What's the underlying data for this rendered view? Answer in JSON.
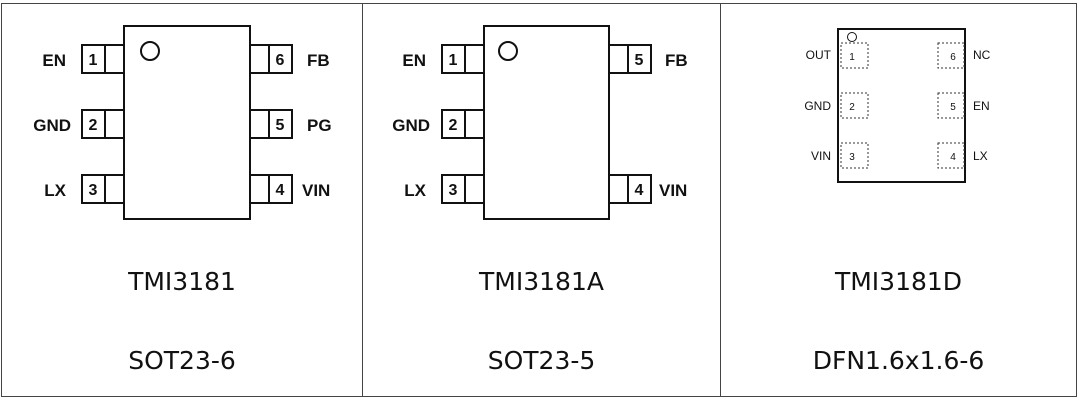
{
  "packages": [
    {
      "part": "TMI3181",
      "package": "SOT23-6",
      "pins": [
        {
          "num": "1",
          "name": "EN"
        },
        {
          "num": "2",
          "name": "GND"
        },
        {
          "num": "3",
          "name": "LX"
        },
        {
          "num": "4",
          "name": "VIN"
        },
        {
          "num": "5",
          "name": "PG"
        },
        {
          "num": "6",
          "name": "FB"
        }
      ]
    },
    {
      "part": "TMI3181A",
      "package": "SOT23-5",
      "pins": [
        {
          "num": "1",
          "name": "EN"
        },
        {
          "num": "2",
          "name": "GND"
        },
        {
          "num": "3",
          "name": "LX"
        },
        {
          "num": "4",
          "name": "VIN"
        },
        {
          "num": "5",
          "name": "FB"
        }
      ]
    },
    {
      "part": "TMI3181D",
      "package": "DFN1.6x1.6-6",
      "pins": [
        {
          "num": "1",
          "name": "OUT"
        },
        {
          "num": "2",
          "name": "GND"
        },
        {
          "num": "3",
          "name": "VIN"
        },
        {
          "num": "4",
          "name": "LX"
        },
        {
          "num": "5",
          "name": "EN"
        },
        {
          "num": "6",
          "name": "NC"
        }
      ]
    }
  ]
}
